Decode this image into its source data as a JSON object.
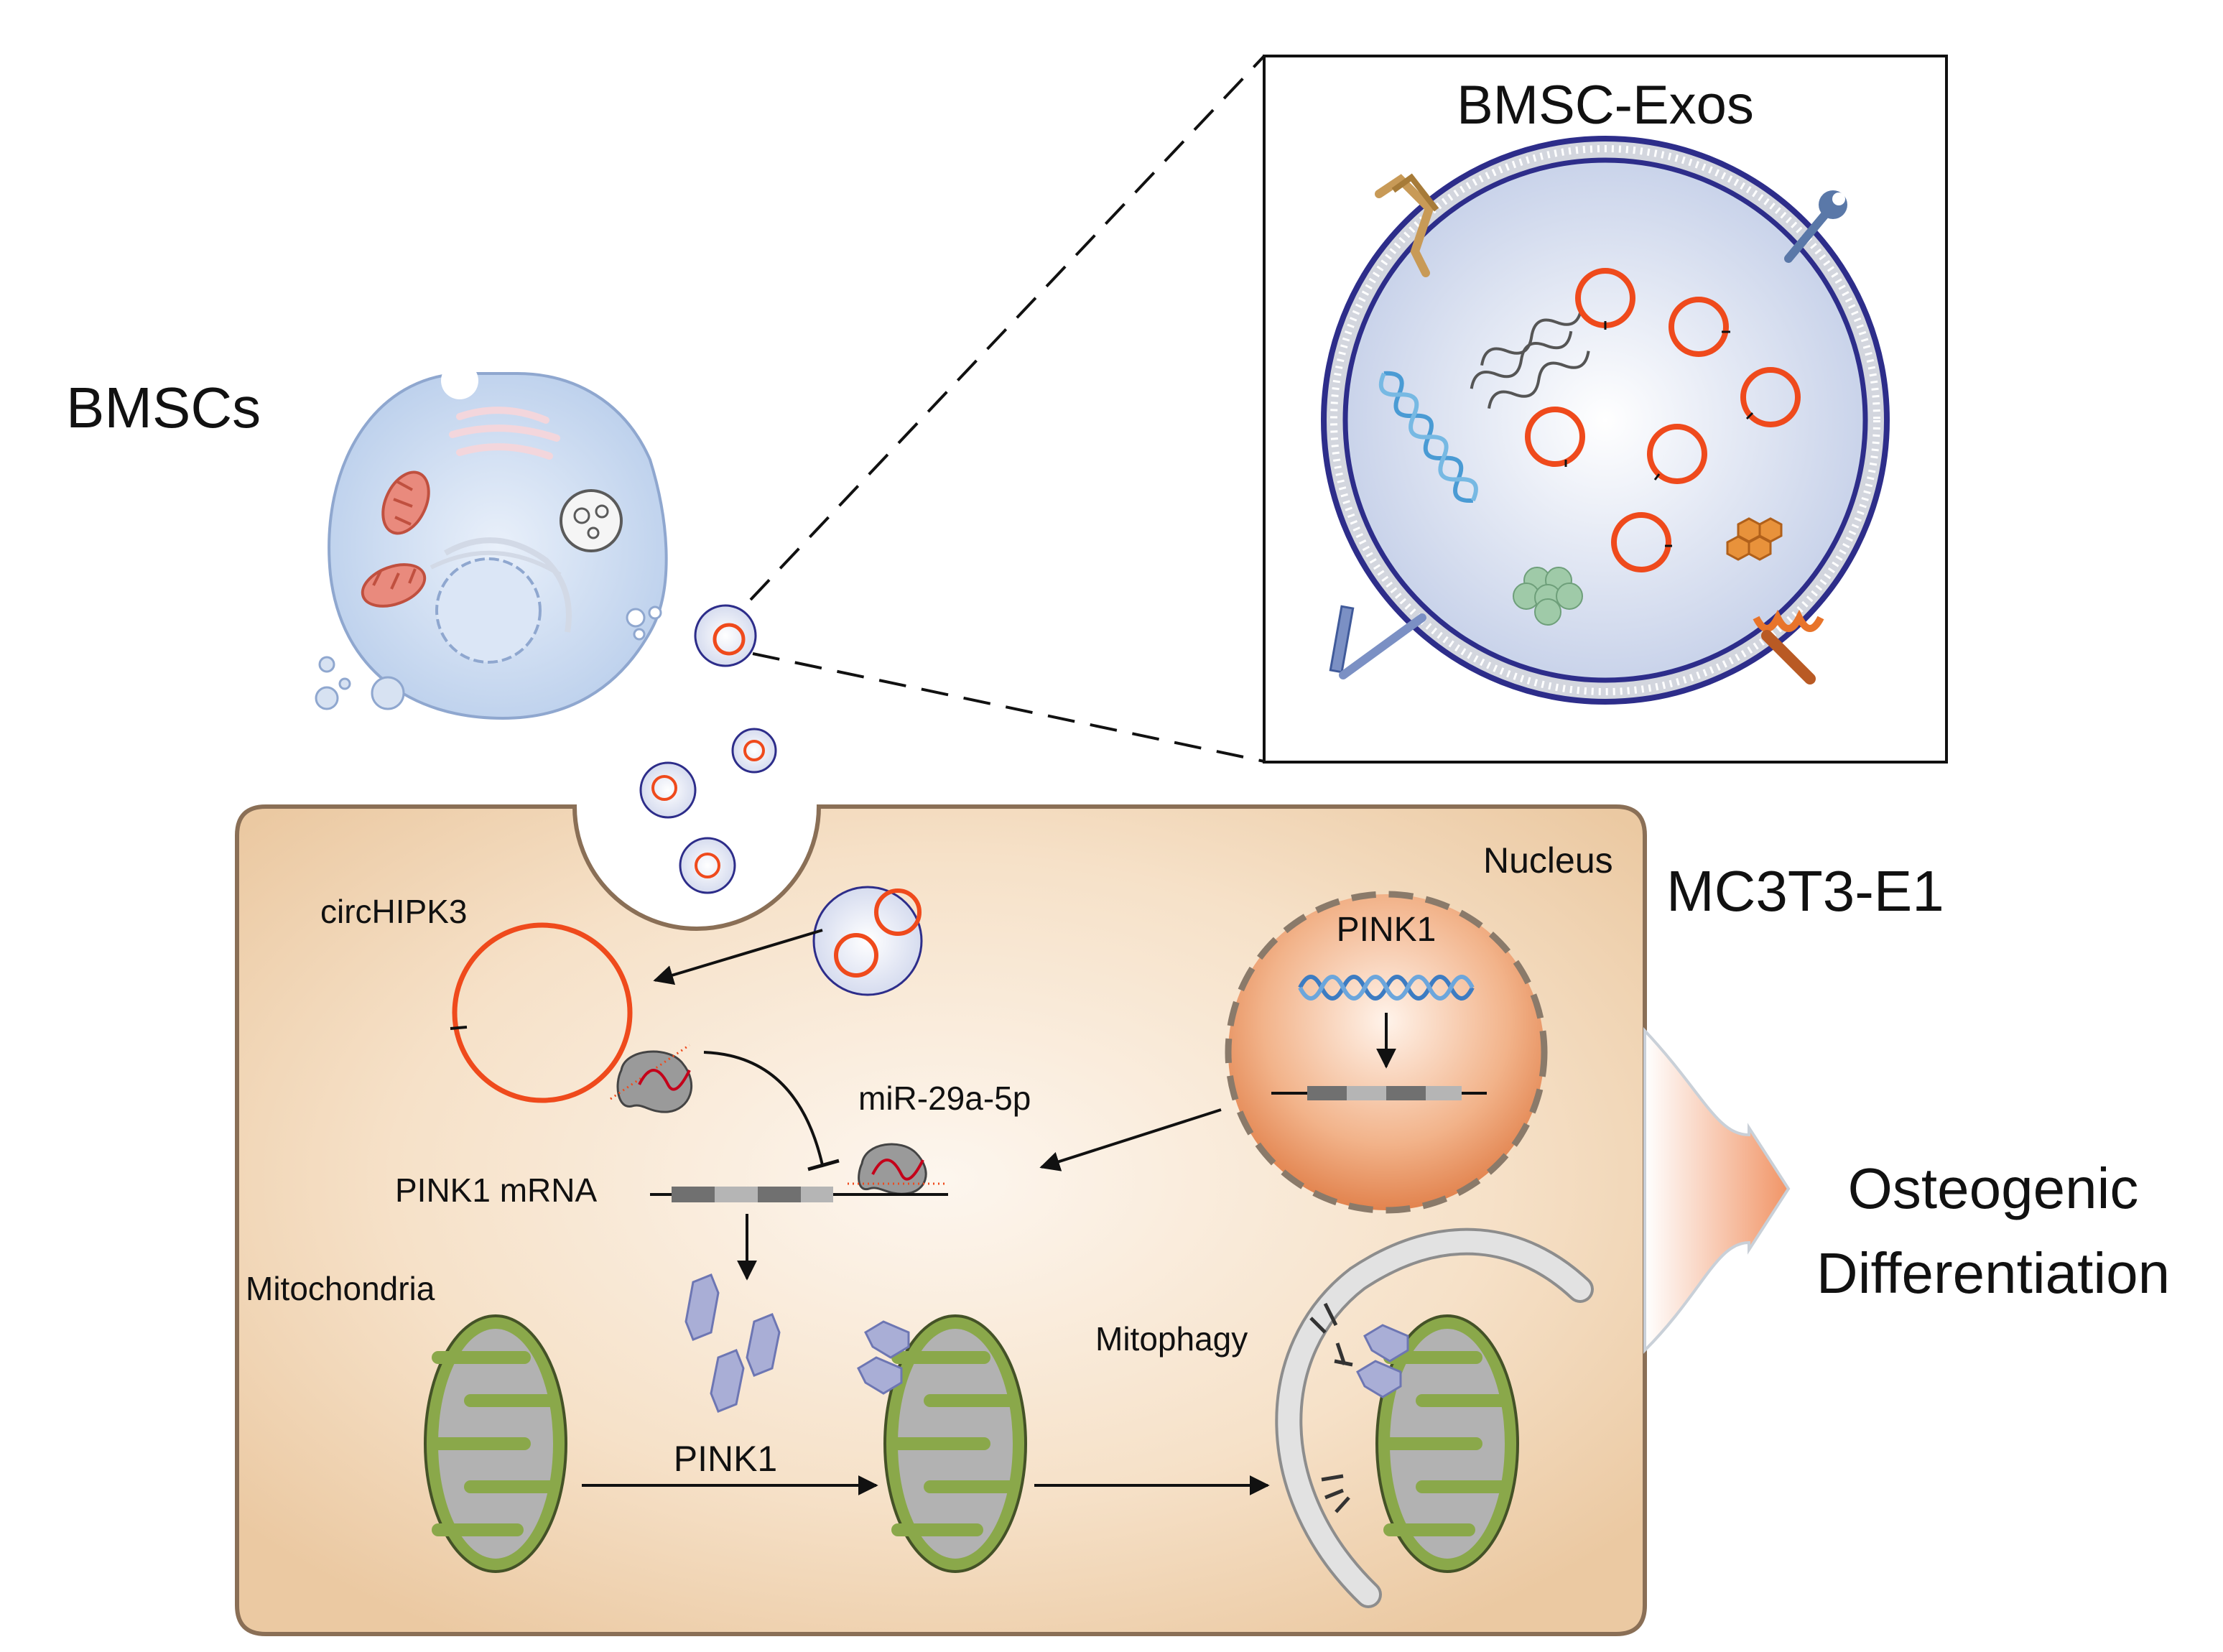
{
  "labels": {
    "bmscs": "BMSCs",
    "bmsc_exos": "BMSC-Exos",
    "mc3t3": "MC3T3-E1",
    "nucleus": "Nucleus",
    "pink1_gene": "PINK1",
    "circhipk3": "circHIPK3",
    "mir": "miR-29a-5p",
    "pink1_mrna": "PINK1 mRNA",
    "mitochondria": "Mitochondria",
    "pink1_protein": "PINK1",
    "mitophagy": "Mitophagy",
    "outcome_line1": "Osteogenic",
    "outcome_line2": "Differentiation"
  },
  "colors": {
    "circ_rna": "#ef4a1c",
    "cell_fill": "#f3d5b2",
    "cell_border": "#8a6f56",
    "cytoplasm": "#c9d9ef",
    "mito_fill": "#a9a9a9",
    "mito_green": "#8aa84a",
    "pink1_protein": "#8f97c9",
    "exosome_border": "#2d2d8a",
    "nucleus_orange": "#eb935a",
    "dna_blue": "#4a8fd0"
  }
}
